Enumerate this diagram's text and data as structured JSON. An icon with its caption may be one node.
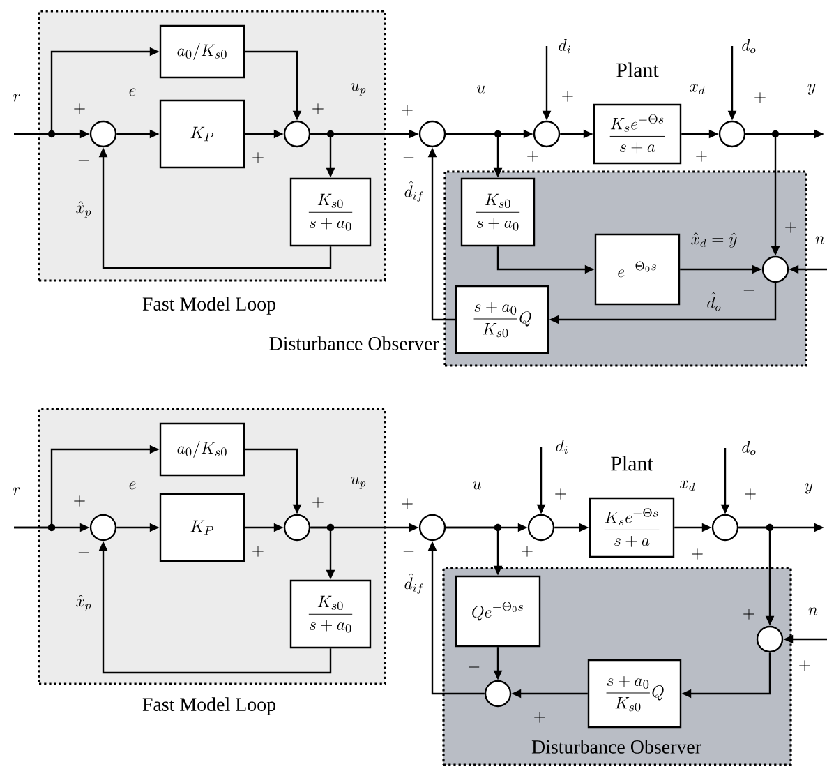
{
  "diagram": {
    "nodes": [
      {
        "text": [
          "Fast Model Loop"
        ]
      },
      {
        "text": [
          "a_0/K_{s0}"
        ],
        "in": 0
      },
      {
        "text": [],
        "shape": "circle",
        "in": 0
      },
      {
        "text": [
          "K_P"
        ],
        "in": 0
      },
      {
        "text": [],
        "shape": "circle",
        "in": 0
      },
      {
        "text": [
          "\\frac{K_{s0}}{s+a_0}"
        ],
        "in": 0
      },
      {
        "text": [
          "Disturbance Observer"
        ]
      },
      {
        "text": [],
        "shape": "circle"
      },
      {
        "text": [],
        "shape": "circle"
      },
      {
        "text": [
          "Plant",
          "\\frac{K_s e^{-\\Theta s}}{s+a}"
        ]
      },
      {
        "text": [],
        "shape": "circle"
      },
      {
        "text": [
          "\\frac{K_{s0}}{s+a_0}"
        ],
        "in": 6
      },
      {
        "text": [
          "e^{-\\Theta_0 s}"
        ],
        "in": 6
      },
      {
        "text": [],
        "shape": "circle",
        "in": 6
      },
      {
        "text": [
          "\\frac{s+a_0}{K_{s0}}Q"
        ],
        "in": 6
      },
      {
        "text": [
          "Fast Model Loop"
        ]
      },
      {
        "text": [
          "a_0/K_{s0}"
        ],
        "in": 15
      },
      {
        "text": [],
        "shape": "circle",
        "in": 15
      },
      {
        "text": [
          "K_P"
        ],
        "in": 15
      },
      {
        "text": [],
        "shape": "circle",
        "in": 15
      },
      {
        "text": [
          "\\frac{K_{s0}}{s+a_0}"
        ],
        "in": 15
      },
      {
        "text": [
          "Disturbance Observer"
        ]
      },
      {
        "text": [],
        "shape": "circle"
      },
      {
        "text": [],
        "shape": "circle"
      },
      {
        "text": [
          "Plant",
          "\\frac{K_s e^{-\\Theta s}}{s+a}"
        ]
      },
      {
        "text": [],
        "shape": "circle"
      },
      {
        "text": [
          "Qe^{-\\Theta_0 s}"
        ],
        "in": 21
      },
      {
        "text": [],
        "shape": "circle",
        "in": 21
      },
      {
        "text": [
          "\\frac{s+a_0}{K_{s0}}Q"
        ],
        "in": 21
      },
      {
        "text": [],
        "shape": "circle",
        "in": 21
      },
      {
        "text": [
          "d_i"
        ]
      },
      {
        "text": [
          "d_o"
        ]
      },
      {
        "text": [
          "n"
        ]
      },
      {
        "text": [
          "d_i"
        ]
      },
      {
        "text": [
          "d_o"
        ]
      },
      {
        "text": [
          "n"
        ]
      }
    ],
    "edges": [
      {
        "from": null,
        "to": 2,
        "arrow": "to"
      },
      {
        "from": null,
        "to": 1,
        "arrow": "to"
      },
      {
        "from": 2,
        "to": 3,
        "arrow": "to"
      },
      {
        "from": 3,
        "to": 4,
        "arrow": "to"
      },
      {
        "from": 1,
        "to": 4,
        "arrow": "to"
      },
      {
        "from": 4,
        "to": 7,
        "arrow": "to"
      },
      {
        "from": 4,
        "to": 5,
        "arrow": "to"
      },
      {
        "from": 5,
        "to": 2,
        "arrow": "to"
      },
      {
        "from": 7,
        "to": 8,
        "arrow": "to"
      },
      {
        "from": 7,
        "to": 11,
        "arrow": "to"
      },
      {
        "from": 30,
        "to": 8,
        "arrow": "to"
      },
      {
        "from": 8,
        "to": 9,
        "arrow": "to"
      },
      {
        "from": 9,
        "to": 10,
        "arrow": "to"
      },
      {
        "from": 31,
        "to": 10,
        "arrow": "to"
      },
      {
        "from": 10,
        "to": null,
        "arrow": "to"
      },
      {
        "from": 10,
        "to": 13,
        "arrow": "to"
      },
      {
        "from": 11,
        "to": 12,
        "arrow": "to"
      },
      {
        "from": 12,
        "to": 13,
        "arrow": "to"
      },
      {
        "from": 32,
        "to": 13,
        "arrow": "to"
      },
      {
        "from": 13,
        "to": 14,
        "arrow": "to"
      },
      {
        "from": 14,
        "to": 7,
        "arrow": "to"
      },
      {
        "from": null,
        "to": 17,
        "arrow": "to"
      },
      {
        "from": null,
        "to": 16,
        "arrow": "to"
      },
      {
        "from": 17,
        "to": 18,
        "arrow": "to"
      },
      {
        "from": 18,
        "to": 19,
        "arrow": "to"
      },
      {
        "from": 16,
        "to": 19,
        "arrow": "to"
      },
      {
        "from": 19,
        "to": 22,
        "arrow": "to"
      },
      {
        "from": 19,
        "to": 20,
        "arrow": "to"
      },
      {
        "from": 20,
        "to": 17,
        "arrow": "to"
      },
      {
        "from": 22,
        "to": 23,
        "arrow": "to"
      },
      {
        "from": 22,
        "to": 26,
        "arrow": "to"
      },
      {
        "from": 33,
        "to": 23,
        "arrow": "to"
      },
      {
        "from": 23,
        "to": 24,
        "arrow": "to"
      },
      {
        "from": 24,
        "to": 25,
        "arrow": "to"
      },
      {
        "from": 34,
        "to": 25,
        "arrow": "to"
      },
      {
        "from": 25,
        "to": null,
        "arrow": "to"
      },
      {
        "from": 25,
        "to": 29,
        "arrow": "to"
      },
      {
        "from": 35,
        "to": 29,
        "arrow": "to"
      },
      {
        "from": 29,
        "to": 28,
        "arrow": "to"
      },
      {
        "from": 28,
        "to": 27,
        "arrow": "to"
      },
      {
        "from": 26,
        "to": 27,
        "arrow": "to"
      },
      {
        "from": 27,
        "to": 22,
        "arrow": "to"
      }
    ],
    "labels": [
      "r",
      "+",
      "-",
      "e",
      "\\hat{x}_p",
      "+",
      "+",
      "u_p",
      "+",
      "-",
      "\\hat{d}_{if}",
      "u",
      "+",
      "+",
      "x_d",
      "+",
      "+",
      "y",
      "\\hat{x}_d=\\hat{y}",
      "+",
      "\\hat{d}_o",
      "-",
      "r",
      "+",
      "-",
      "e",
      "\\hat{x}_p",
      "+",
      "+",
      "u_p",
      "+",
      "-",
      "\\hat{d}_{if}",
      "u",
      "+",
      "+",
      "x_d",
      "+",
      "+",
      "y",
      "+",
      "-",
      "+",
      "+"
    ]
  }
}
